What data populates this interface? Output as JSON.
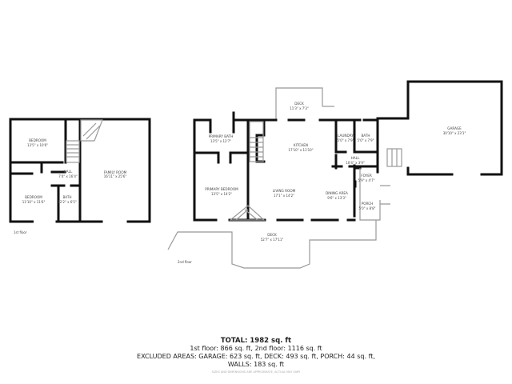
{
  "floor1": {
    "label": "1st floor",
    "rooms": [
      {
        "name": "BEDROOM",
        "size": "13'5\" x 10'6\""
      },
      {
        "name": "HALL",
        "size": "7'4\" x 16'4\""
      },
      {
        "name": "BEDROOM",
        "size": "11'10\" x 11'6\""
      },
      {
        "name": "BATH",
        "size": "12'2\" x 6'5\""
      },
      {
        "name": "FAMILY ROOM",
        "size": "16'11\" x 25'6\""
      }
    ]
  },
  "floor2": {
    "label": "2nd floor",
    "rooms": [
      {
        "name": "DECK",
        "size": "11'3\" x 7'3\""
      },
      {
        "name": "PRIMARY BATH",
        "size": "13'5\" x 12'7\""
      },
      {
        "name": "KITCHEN",
        "size": "17'10\" x 11'10\""
      },
      {
        "name": "LAUNDRY",
        "size": "5'0\" x 7'9\""
      },
      {
        "name": "BATH",
        "size": "5'0\" x 7'9\""
      },
      {
        "name": "HALL",
        "size": "10'4\" x 3'9\""
      },
      {
        "name": "FOYER",
        "size": "5'9\" x 4'7\""
      },
      {
        "name": "PRIMARY BEDROOM",
        "size": "13'5\" x 14'2\""
      },
      {
        "name": "LIVING ROOM",
        "size": "17'1\" x 14'2\""
      },
      {
        "name": "DINING AREA",
        "size": "9'6\" x 13'3\""
      },
      {
        "name": "PORCH",
        "size": "5'0\" x 8'8\""
      },
      {
        "name": "DECK",
        "size": "52'7\" x 17'11\""
      },
      {
        "name": "GARAGE",
        "size": "30'10\" x 23'1\""
      }
    ]
  },
  "summary": {
    "total": "TOTAL: 1982 sq. ft",
    "floors": "1st floor: 866 sq. ft, 2nd floor: 1116 sq. ft",
    "excluded": "EXCLUDED AREAS: GARAGE: 623 sq. ft, DECK: 493 sq. ft, PORCH: 44 sq. ft,",
    "walls": "WALLS: 183 sq. ft",
    "disclaimer": "SIZES AND DIMENSIONS ARE APPROXIMATE, ACTUAL MAY VARY"
  }
}
